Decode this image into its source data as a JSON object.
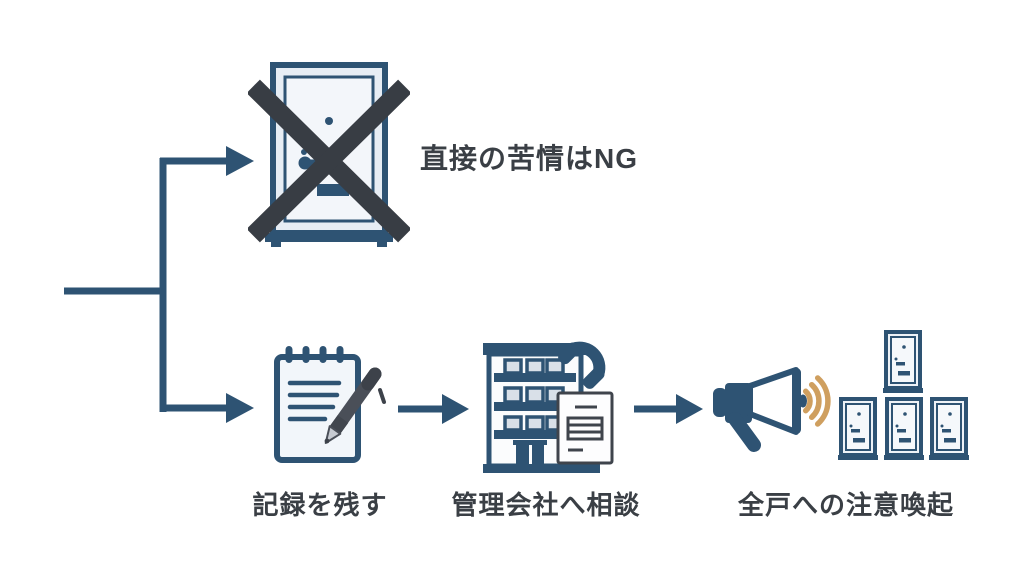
{
  "page": {
    "type": "infographic-flowchart",
    "language": "ja"
  },
  "colors": {
    "accent_blue": "#2e5373",
    "cross_dark": "#383d44",
    "text_dark": "#3a3f45",
    "wave_orange": "#cf9f5f",
    "icon_light": "#eef2f7",
    "background": "#ffffff"
  },
  "flow": {
    "structure": "one origin line branching into two paths",
    "top_branch": {
      "label": "直接の苦情はNG",
      "icon": "crossed-door-icon",
      "meaning": "prohibited action"
    },
    "bottom_branch": {
      "steps": [
        {
          "label": "記録を残す",
          "icon": "notepad-pen-icon"
        },
        {
          "label": "管理会社へ相談",
          "icon": "building-phone-icon"
        },
        {
          "label": "全戸への注意喚起",
          "icon": "megaphone-doors-icon"
        }
      ]
    }
  }
}
